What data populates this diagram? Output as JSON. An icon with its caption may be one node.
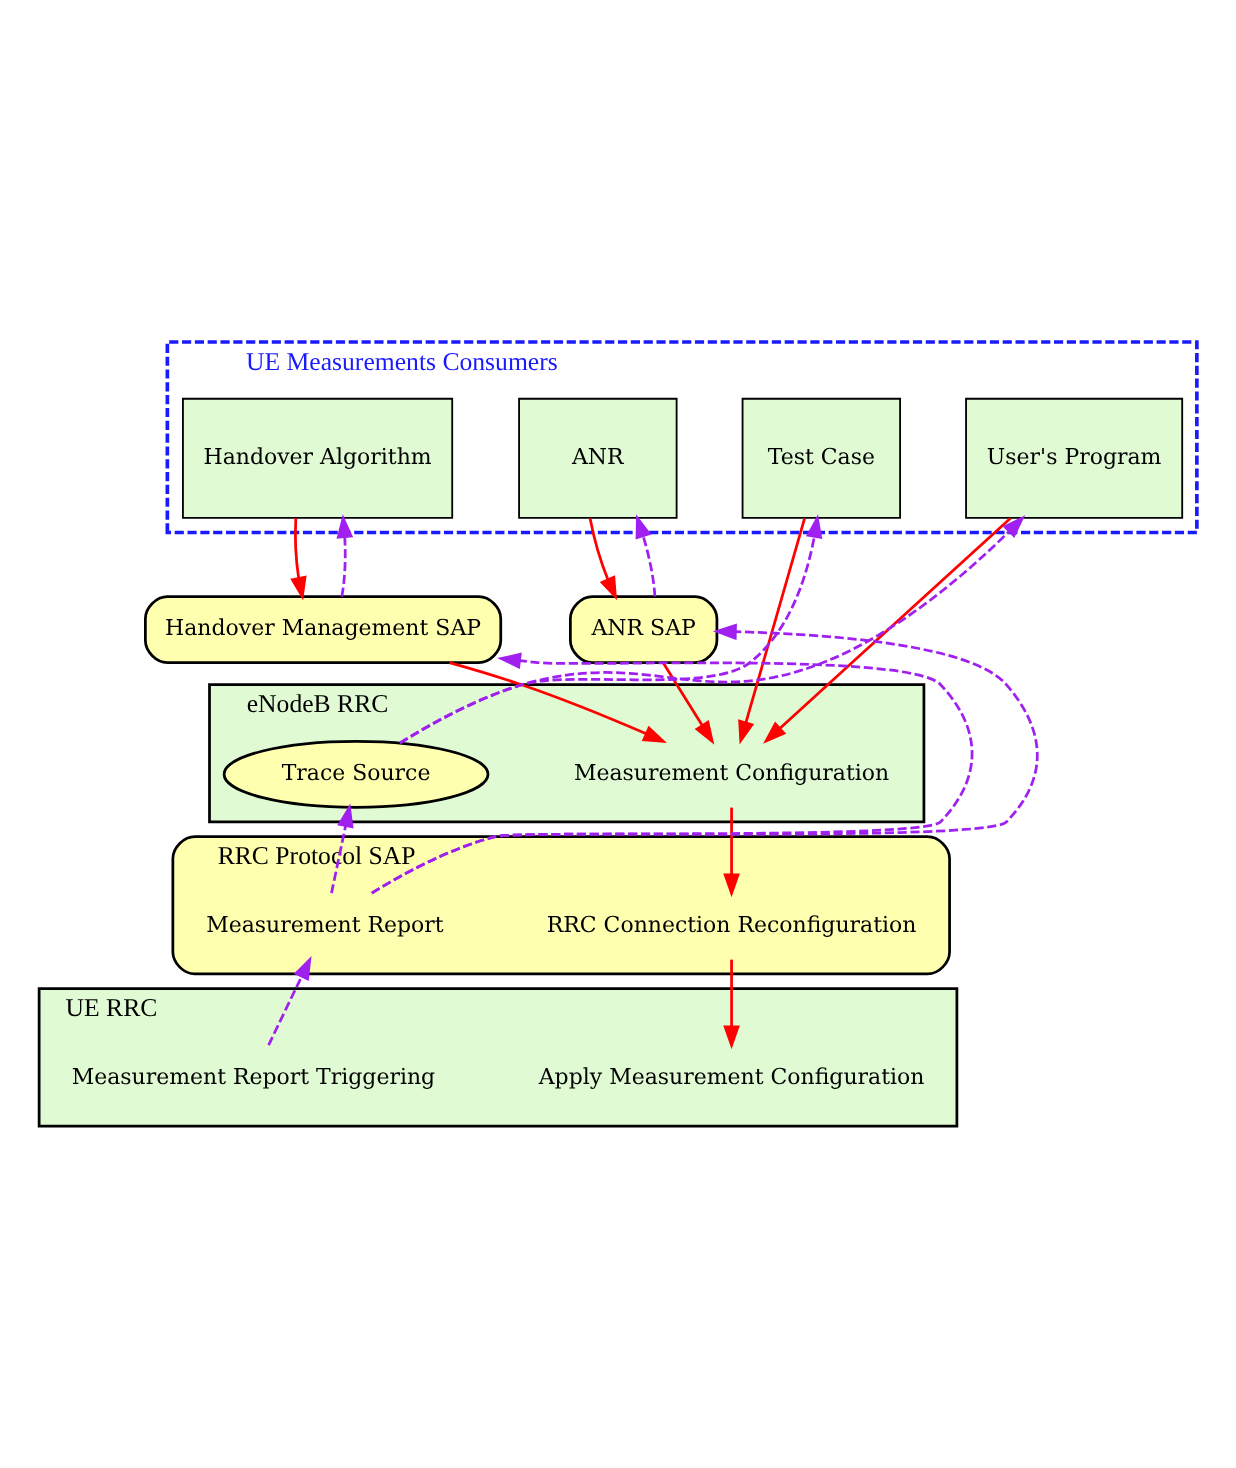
{
  "diagram": {
    "nodes": [
      {
        "text": [
          "UE Measurements Consumers"
        ]
      },
      {
        "text": [
          "Handover Algorithm"
        ],
        "in": 0
      },
      {
        "text": [
          "ANR"
        ],
        "in": 0
      },
      {
        "text": [
          "Test Case"
        ],
        "in": 0
      },
      {
        "text": [
          "User's Program"
        ],
        "in": 0
      },
      {
        "text": [
          "Handover Management SAP"
        ]
      },
      {
        "text": [
          "ANR SAP"
        ]
      },
      {
        "text": [
          "eNodeB RRC"
        ]
      },
      {
        "text": [
          "Measurement Configuration"
        ],
        "in": 7
      },
      {
        "text": [
          "Trace Source"
        ],
        "in": 7
      },
      {
        "text": [
          "RRC Protocol SAP"
        ]
      },
      {
        "text": [
          "RRC Connection Reconfiguration"
        ],
        "in": 10
      },
      {
        "text": [
          "Measurement Report"
        ],
        "in": 10
      },
      {
        "text": [
          "UE RRC"
        ]
      },
      {
        "text": [
          "Apply Measurement Configuration"
        ],
        "in": 13
      },
      {
        "text": [
          "Measurement Report Triggering"
        ],
        "in": 13
      }
    ],
    "edges": [
      {
        "from": 1,
        "to": 5,
        "arrow": "to",
        "color": "#ff0000"
      },
      {
        "from": 5,
        "to": 1,
        "arrow": "to",
        "style": "dashed",
        "color": "#a020f0"
      },
      {
        "from": 2,
        "to": 6,
        "arrow": "to",
        "color": "#ff0000"
      },
      {
        "from": 6,
        "to": 2,
        "arrow": "to",
        "style": "dashed",
        "color": "#a020f0"
      },
      {
        "from": 5,
        "to": 8,
        "arrow": "to",
        "color": "#ff0000"
      },
      {
        "from": 6,
        "to": 8,
        "arrow": "to",
        "color": "#ff0000"
      },
      {
        "from": 3,
        "to": 8,
        "arrow": "to",
        "color": "#ff0000"
      },
      {
        "from": 4,
        "to": 8,
        "arrow": "to",
        "color": "#ff0000"
      },
      {
        "from": 9,
        "to": 3,
        "arrow": "to",
        "style": "dashed",
        "color": "#a020f0"
      },
      {
        "from": 9,
        "to": 4,
        "arrow": "to",
        "style": "dashed",
        "color": "#a020f0"
      },
      {
        "from": 12,
        "to": 5,
        "arrow": "to",
        "style": "dashed",
        "color": "#a020f0"
      },
      {
        "from": 12,
        "to": 6,
        "arrow": "to",
        "style": "dashed",
        "color": "#a020f0"
      },
      {
        "from": 12,
        "to": 9,
        "arrow": "to",
        "style": "dashed",
        "color": "#a020f0"
      },
      {
        "from": 8,
        "to": 11,
        "arrow": "to",
        "color": "#ff0000"
      },
      {
        "from": 11,
        "to": 14,
        "arrow": "to",
        "color": "#ff0000"
      },
      {
        "from": 15,
        "to": 12,
        "arrow": "to",
        "style": "dashed",
        "color": "#a020f0"
      }
    ]
  }
}
